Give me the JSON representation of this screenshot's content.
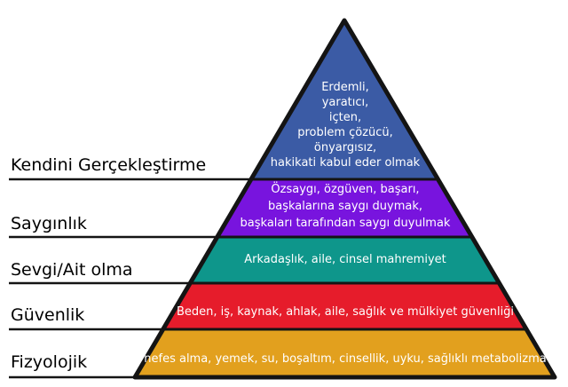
{
  "diagram": {
    "kind": "pyramid-hierarchy",
    "background_color": "#ffffff",
    "outline_color": "#141414",
    "band_text_color": "#ffffff",
    "label_text_color": "#000000"
  },
  "levels": [
    {
      "id": "kendini-gerceklestirme",
      "label": "Kendini Gerçekleştirme",
      "color": "#3b5ba5",
      "lines": [
        "Erdemli,",
        "yaratıcı,",
        "içten,",
        "problem çözücü,",
        "önyargısız,",
        "hakikati kabul eder olmak"
      ]
    },
    {
      "id": "sayginlik",
      "label": "Saygınlık",
      "color": "#7814de",
      "lines": [
        "Özsaygı, özgüven, başarı,",
        "başkalarına saygı duymak,",
        "başkaları tarafından saygı duyulmak"
      ]
    },
    {
      "id": "sevgi-ait-olma",
      "label": "Sevgi/Ait olma",
      "color": "#0e968b",
      "lines": [
        "Arkadaşlık, aile, cinsel mahremiyet"
      ]
    },
    {
      "id": "guvenlik",
      "label": "Güvenlik",
      "color": "#e61c2b",
      "lines": [
        "Beden, iş, kaynak, ahlak, aile, sağlık ve mülkiyet güvenliği"
      ]
    },
    {
      "id": "fizyolojik",
      "label": "Fizyolojik",
      "color": "#e2a01e",
      "lines": [
        "nefes alma, yemek, su, boşaltım, cinsellik, uyku, sağlıklı metabolizma"
      ]
    }
  ]
}
